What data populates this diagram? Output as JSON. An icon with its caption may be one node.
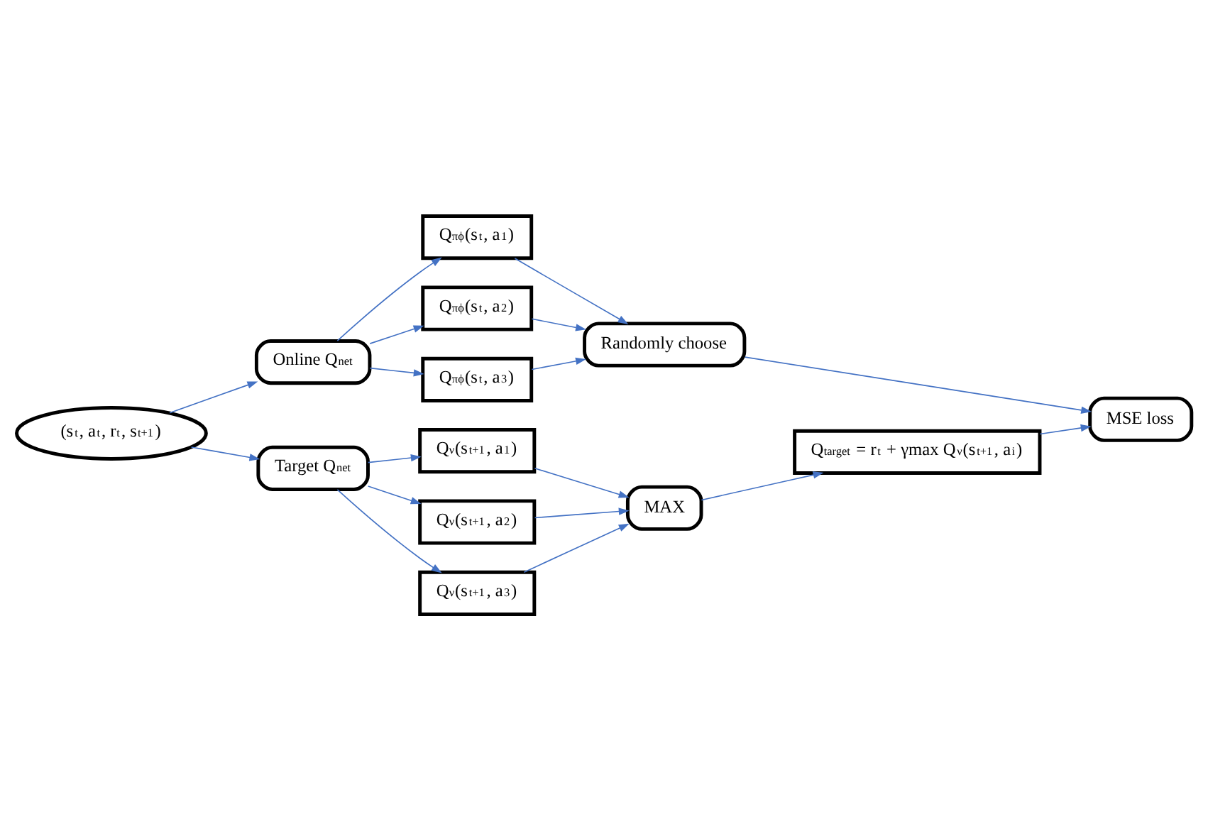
{
  "diagram": {
    "nodes": [
      {
        "text": [
          "(s$_{t}$, a$_{t}$, r$_{t}$, s$_{t+1}$)"
        ]
      },
      {
        "text": [
          "Online Q$_{net}$"
        ]
      },
      {
        "text": [
          "Q$_{πϕ}$(s$_{t}$, a$_{1}$)"
        ]
      },
      {
        "text": [
          "Q$_{πϕ}$(s$_{t}$, a$_{2}$)"
        ]
      },
      {
        "text": [
          "Q$_{πϕ}$(s$_{t}$, a$_{3}$)"
        ]
      },
      {
        "text": [
          "Randomly choose"
        ]
      },
      {
        "text": [
          "MSE loss"
        ]
      },
      {
        "text": [
          "Q$_{target}$ = r$_{t}$ + γmax Q$_{ν}$(s$_{t+1}$, a$_{i}$)"
        ]
      },
      {
        "text": [
          "Target Q$_{net}$"
        ]
      },
      {
        "text": [
          "Q$_{ν}$(s$_{t+1}$, a$_{1}$)"
        ]
      },
      {
        "text": [
          "Q$_{ν}$(s$_{t+1}$, a$_{2}$)"
        ]
      },
      {
        "text": [
          "Q$_{ν}$(s$_{t+1}$, a$_{3}$)"
        ]
      },
      {
        "text": [
          "MAX"
        ]
      }
    ],
    "edges": [
      {
        "from": 0,
        "to": 1,
        "arrow": "to"
      },
      {
        "from": 0,
        "to": 8,
        "arrow": "to"
      },
      {
        "from": 1,
        "to": 2,
        "arrow": "to"
      },
      {
        "from": 1,
        "to": 3,
        "arrow": "to"
      },
      {
        "from": 1,
        "to": 4,
        "arrow": "to"
      },
      {
        "from": 2,
        "to": 5,
        "arrow": "to"
      },
      {
        "from": 3,
        "to": 5,
        "arrow": "to"
      },
      {
        "from": 4,
        "to": 5,
        "arrow": "to"
      },
      {
        "from": 5,
        "to": 6,
        "arrow": "to"
      },
      {
        "from": 8,
        "to": 9,
        "arrow": "to"
      },
      {
        "from": 8,
        "to": 10,
        "arrow": "to"
      },
      {
        "from": 8,
        "to": 11,
        "arrow": "to"
      },
      {
        "from": 9,
        "to": 12,
        "arrow": "to"
      },
      {
        "from": 10,
        "to": 12,
        "arrow": "to"
      },
      {
        "from": 11,
        "to": 12,
        "arrow": "to"
      },
      {
        "from": 12,
        "to": 7,
        "arrow": "to"
      },
      {
        "from": 7,
        "to": 6,
        "arrow": "to"
      }
    ]
  }
}
